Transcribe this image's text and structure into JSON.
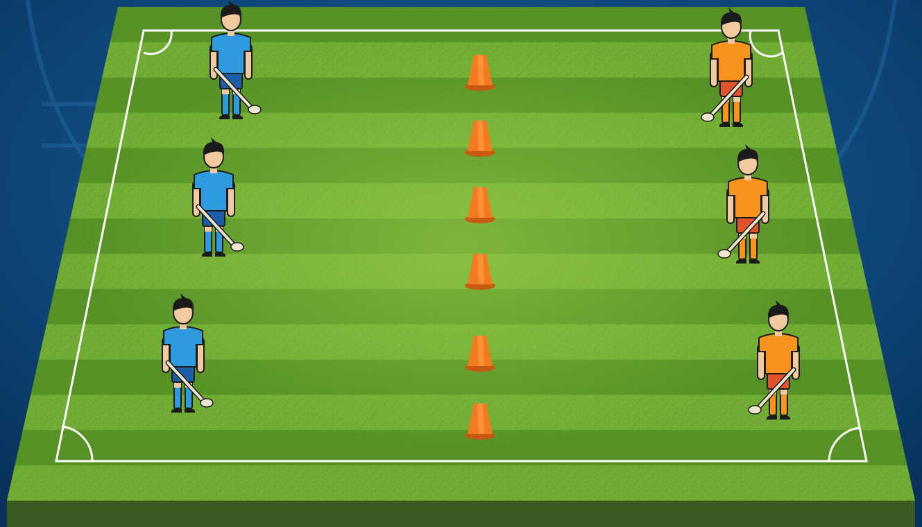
{
  "scene": {
    "type": "hurling-drill-diagram",
    "background_color": "#0b3a6a",
    "pitch_color_light": "#8cc640",
    "pitch_color_dark": "#4f8a22",
    "line_color": "#ffffff",
    "cone_color": "#f47a20"
  },
  "teams": [
    {
      "name": "",
      "jersey_color": "#2e9be0",
      "shorts_color": "#1d5ea8",
      "socks_color": "#2e9be0",
      "player_count": 3
    },
    {
      "name": "",
      "jersey_color": "#f7941d",
      "shorts_color": "#e2532a",
      "socks_color": "#f7941d",
      "player_count": 3
    }
  ],
  "cones": {
    "count": 6
  }
}
